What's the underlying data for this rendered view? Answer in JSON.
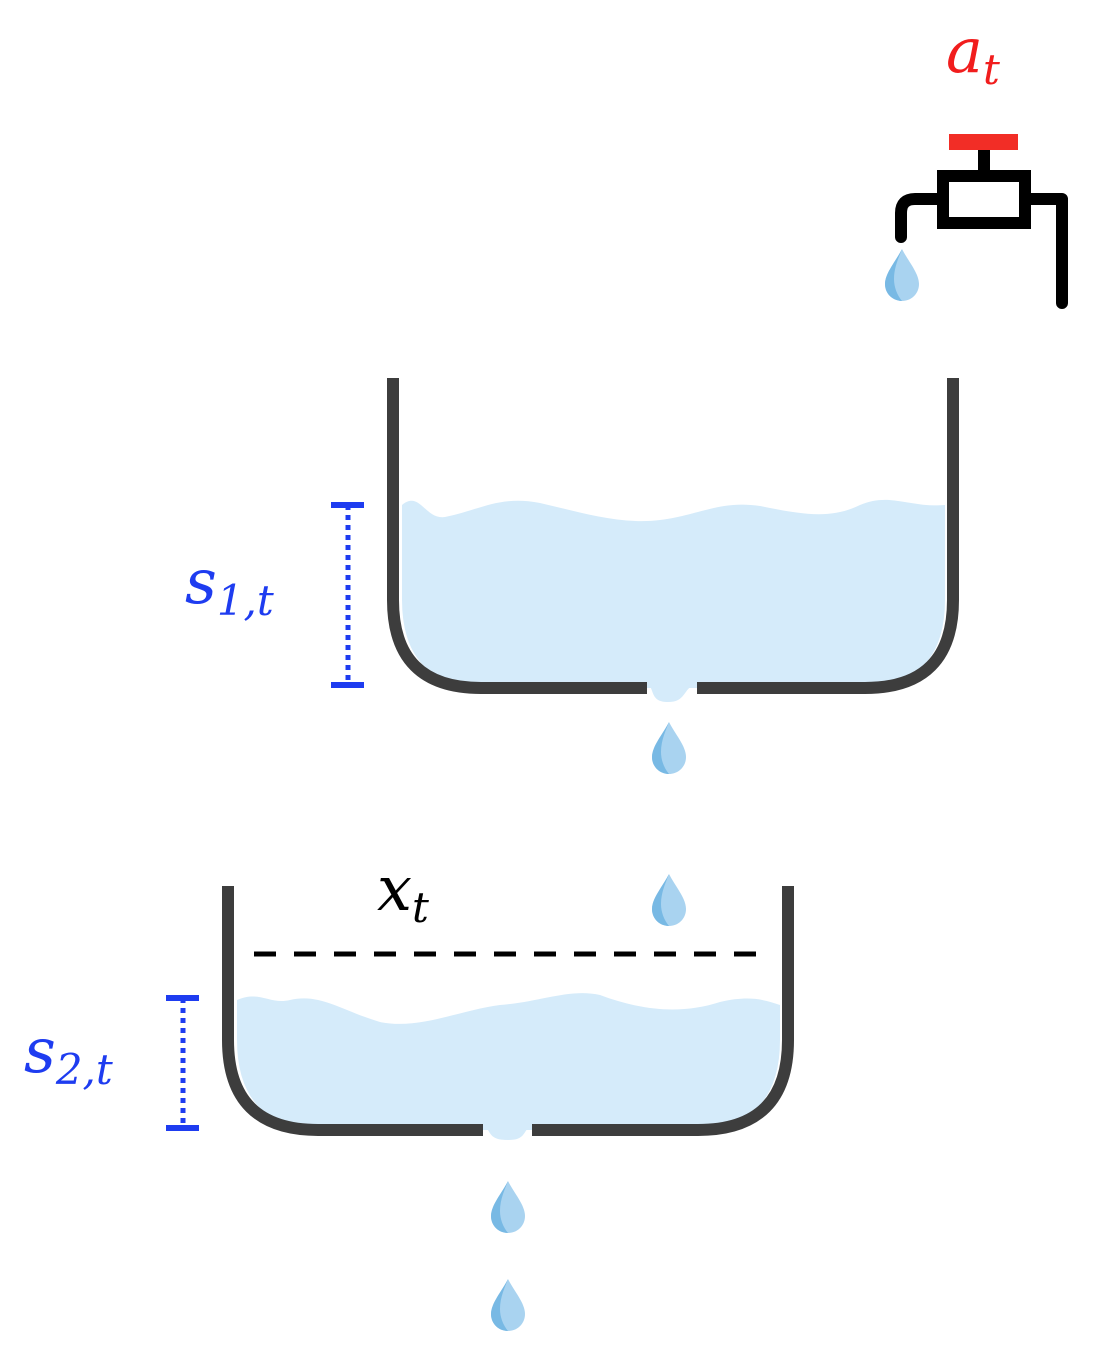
{
  "labels": {
    "action": {
      "base": "a",
      "sub": "t"
    },
    "state_tank1": {
      "base": "s",
      "sub": "1,t"
    },
    "state_tank2": {
      "base": "s",
      "sub": "2,t"
    },
    "target": {
      "base": "x",
      "sub": "t"
    }
  },
  "icons": {
    "faucet": "faucet-icon",
    "drop": "water-drop-icon"
  },
  "colors": {
    "action": "#f11d1d",
    "state": "#1e3cf0",
    "target": "#000000",
    "water": "#d5ebfa",
    "drop_light": "#a9d3f0",
    "drop_dark": "#78b9e4",
    "tank_wall": "#3d3d3d",
    "faucet_body": "#000000",
    "faucet_handle": "#f22d26"
  }
}
